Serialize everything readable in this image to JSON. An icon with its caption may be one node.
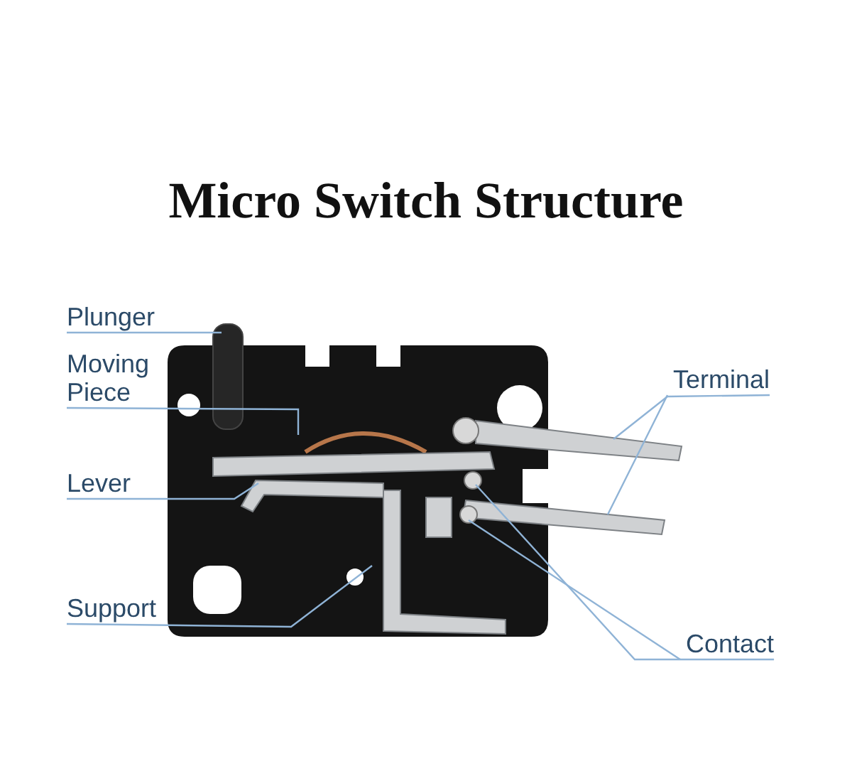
{
  "diagram": {
    "title": "Micro Switch Structure",
    "nodes": [
      {
        "text": [
          "Plunger"
        ]
      },
      {
        "text": [
          "Moving Piece"
        ]
      },
      {
        "text": [
          "Lever"
        ]
      },
      {
        "text": [
          "Support"
        ]
      },
      {
        "text": [
          "Terminal"
        ]
      },
      {
        "text": [
          "Contact"
        ]
      }
    ],
    "edges": [
      {
        "from": 0,
        "to": null,
        "arrow": "none"
      },
      {
        "from": 1,
        "to": null,
        "arrow": "none"
      },
      {
        "from": 2,
        "to": null,
        "arrow": "none"
      },
      {
        "from": 3,
        "to": null,
        "arrow": "none"
      },
      {
        "from": 4,
        "to": null,
        "arrow": "none"
      },
      {
        "from": 4,
        "to": null,
        "arrow": "none"
      },
      {
        "from": 5,
        "to": null,
        "arrow": "none"
      },
      {
        "from": 5,
        "to": null,
        "arrow": "none"
      }
    ]
  }
}
